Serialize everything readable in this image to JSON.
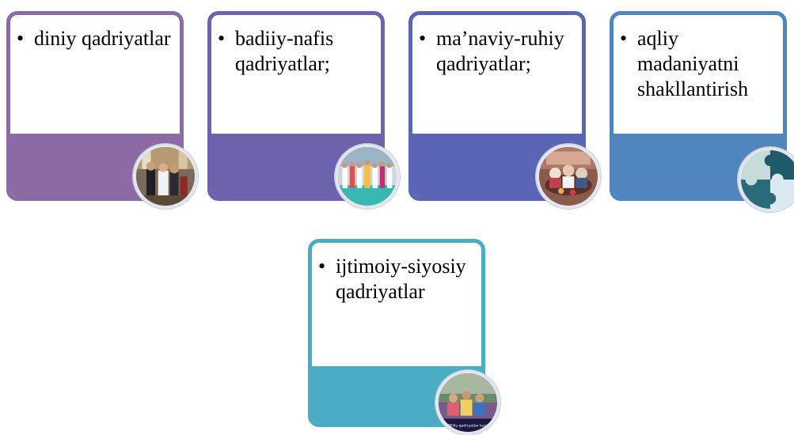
{
  "cards": [
    {
      "text": "diniy qadriyatlar",
      "color": "#8b6aa6",
      "image": "religious-ceremony-photo"
    },
    {
      "text": "badiiy-nafis qadriyatlar;",
      "color": "#6d62ad",
      "image": "folk-dancers-photo"
    },
    {
      "text": "ma’naviy-ruhiy qadriyatlar;",
      "color": "#5a66b5",
      "image": "traditional-gathering-photo"
    },
    {
      "text": "aqliy madaniyatni shakllantirish",
      "color": "#4f86be",
      "image": "puzzle-pieces-image"
    },
    {
      "text": "ijtimoiy-siyosiy qadriyatlar",
      "color": "#4aadc4",
      "image": "national-values-event-photo",
      "image_caption": "Milliy qadriyatlar kuni"
    }
  ]
}
